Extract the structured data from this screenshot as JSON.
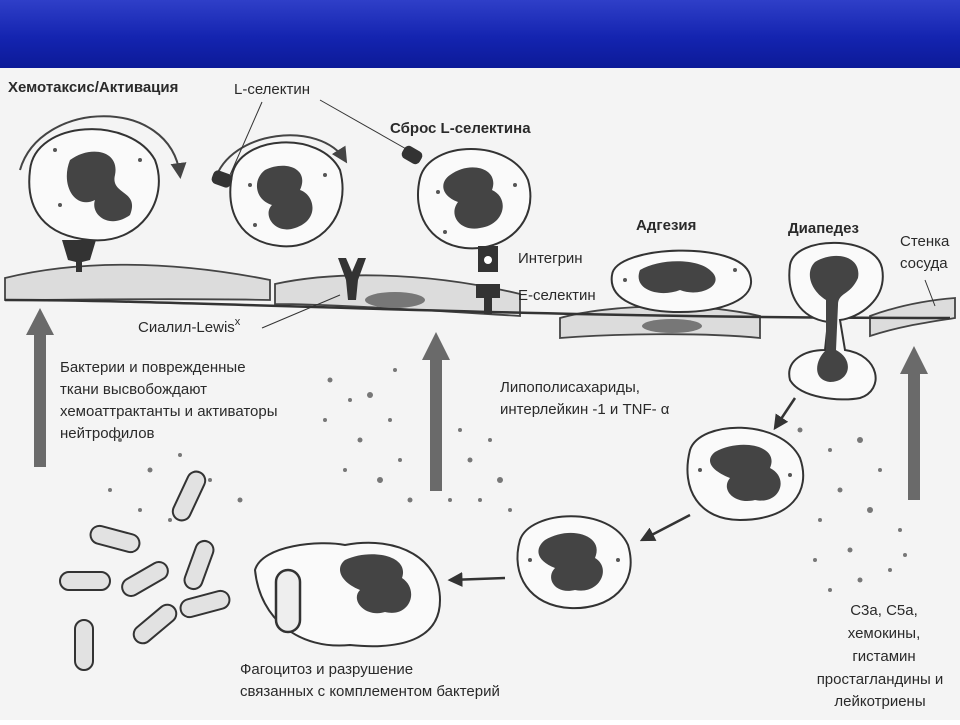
{
  "slide": {
    "banner_color": "#1a2ab8",
    "background": "#f4f4f4"
  },
  "labels": {
    "chemotaxis": "Хемотаксис/Активация",
    "l_selectin": "L-селектин",
    "shedding": "Сброс L-селектина",
    "integrin": "Интегрин",
    "e_selectin": "Е-селектин",
    "adhesion": "Адгезия",
    "diapedesis": "Диапедез",
    "vessel_wall_1": "Стенка",
    "vessel_wall_2": "сосуда",
    "sialyl_lewis": "Сиалил-Lewis",
    "sialyl_sup": "x",
    "bacteria_1": "Бактерии и поврежденные",
    "bacteria_2": "ткани высвобождают",
    "bacteria_3": "хемоаттрактанты и активаторы",
    "bacteria_4": "нейтрофилов",
    "lps_1": "Липополисахариды,",
    "lps_2": "интерлейкин -1 и TNF- α",
    "phago_1": "Фагоцитоз и разрушение",
    "phago_2": "связанных с комплементом бактерий",
    "c3a": "С3а, С5а,",
    "chemokines": "хемокины,",
    "histamine": "гистамин",
    "prostaglandins": "простагландины и",
    "leukotrienes": "лейкотриены"
  },
  "icons": [
    "neutrophil-cell-icon",
    "receptor-icon",
    "bacterium-icon",
    "arrow-icon",
    "endothelial-cell-icon"
  ]
}
